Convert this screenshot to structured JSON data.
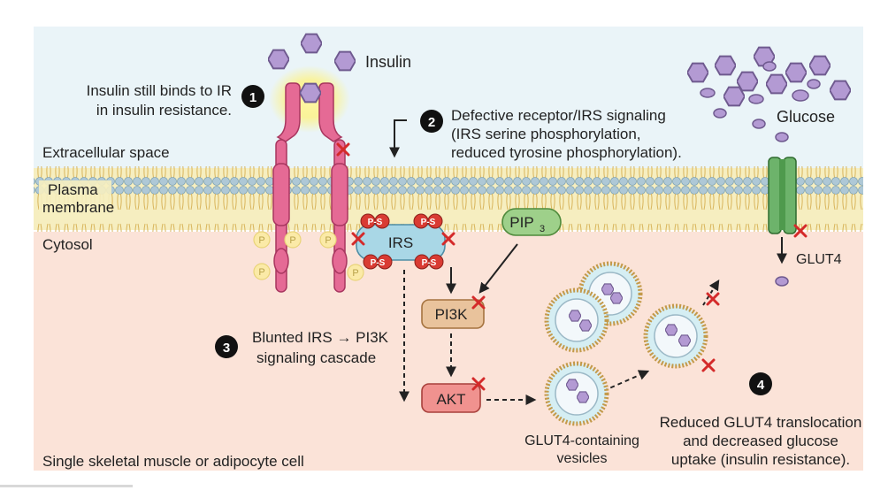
{
  "labels": {
    "insulin": "Insulin",
    "glucose": "Glucose",
    "extracellular": "Extracellular space",
    "plasma_line1": "Plasma",
    "plasma_line2": "membrane",
    "cytosol": "Cytosol",
    "irs": "IRS",
    "pip3_main": "PIP",
    "pip3_sub": "3",
    "pi3k": "PI3K",
    "akt": "AKT",
    "glut4": "GLUT4",
    "phospho": "P",
    "ps": "P-S",
    "vesicles_line1": "GLUT4-containing",
    "vesicles_line2": "vesicles",
    "cell_type": "Single skeletal muscle or adipocyte cell"
  },
  "steps": [
    {
      "number": "1",
      "lines": [
        "Insulin still binds to IR",
        "in insulin resistance."
      ]
    },
    {
      "number": "2",
      "lines": [
        "Defective receptor/IRS signaling",
        "(IRS serine phosphorylation,",
        "reduced tyrosine phosphorylation)."
      ]
    },
    {
      "number": "3",
      "lines": [
        "Blunted IRS → PI3K",
        "signaling cascade"
      ]
    },
    {
      "number": "4",
      "lines": [
        "Reduced GLUT4 translocation",
        "and decreased glucose",
        "uptake (insulin resistance)."
      ]
    }
  ],
  "colors": {
    "extracellular_bg": "#eaf4f8",
    "membrane_band": "#f6eec0",
    "cytosol_bg": "#fbe3d8",
    "insulin_hex": "#b39ad3",
    "receptor": "#e56a95",
    "irs": "#a9d7e6",
    "pip3": "#9ed08a",
    "pi3k": "#e9c39c",
    "akt": "#f0928f",
    "glut4": "#6db36b",
    "phospho_red": "#d93b33",
    "inhibit_x": "#d42a2a"
  }
}
